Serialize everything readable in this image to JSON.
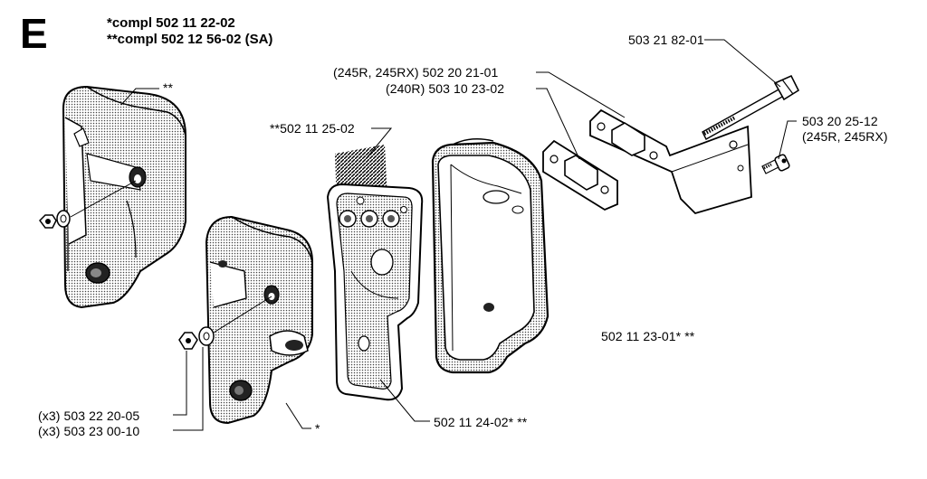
{
  "header": {
    "section_letter": "E",
    "compl_1": "*compl 502 11 22-02",
    "compl_2": "**compl 502 12 56-02 (SA)"
  },
  "labels": {
    "bolt_long": "503 21 82-01",
    "gasket_245": "(245R, 245RX) 502 20 21-01",
    "gasket_240": "(240R) 503 10 23-02",
    "screw": "503 20 25-12",
    "screw_models": "(245R, 245RX)",
    "screen": "**502 11 25-02",
    "cover_double": "**",
    "cover_single": "*",
    "muffler": "502 11 23-01* **",
    "plate": "502 11 24-02* **",
    "nut": "(x3) 503 22 20-05",
    "washer": "(x3) 503 23 00-10"
  }
}
